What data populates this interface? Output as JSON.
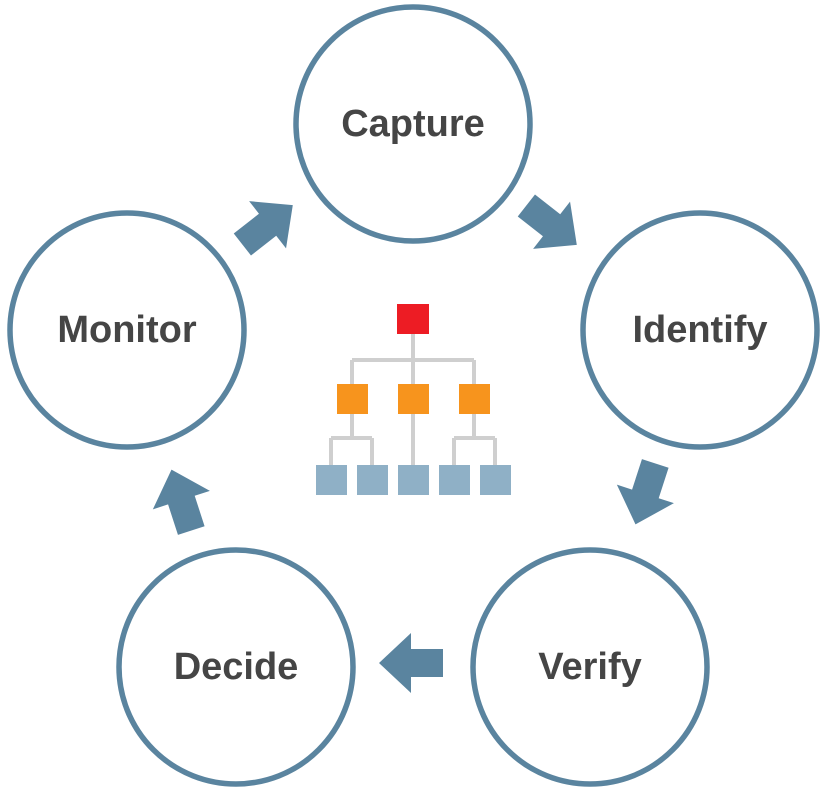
{
  "diagram": {
    "stages": [
      {
        "id": "capture",
        "label": "Capture"
      },
      {
        "id": "identify",
        "label": "Identify"
      },
      {
        "id": "verify",
        "label": "Verify"
      },
      {
        "id": "decide",
        "label": "Decide"
      },
      {
        "id": "monitor",
        "label": "Monitor"
      }
    ],
    "flow": [
      {
        "from": "capture",
        "to": "identify"
      },
      {
        "from": "identify",
        "to": "verify"
      },
      {
        "from": "verify",
        "to": "decide"
      },
      {
        "from": "decide",
        "to": "monitor"
      },
      {
        "from": "monitor",
        "to": "capture"
      }
    ],
    "center_icon": "org-hierarchy-icon",
    "colors": {
      "circle_stroke": "#5a849f",
      "arrow": "#5a849f",
      "label_text": "#454545",
      "hierarchy_top": "#ed1c24",
      "hierarchy_middle": "#f7941d",
      "hierarchy_leaf": "#8fb0c6",
      "hierarchy_connector": "#cfcfcf"
    }
  }
}
